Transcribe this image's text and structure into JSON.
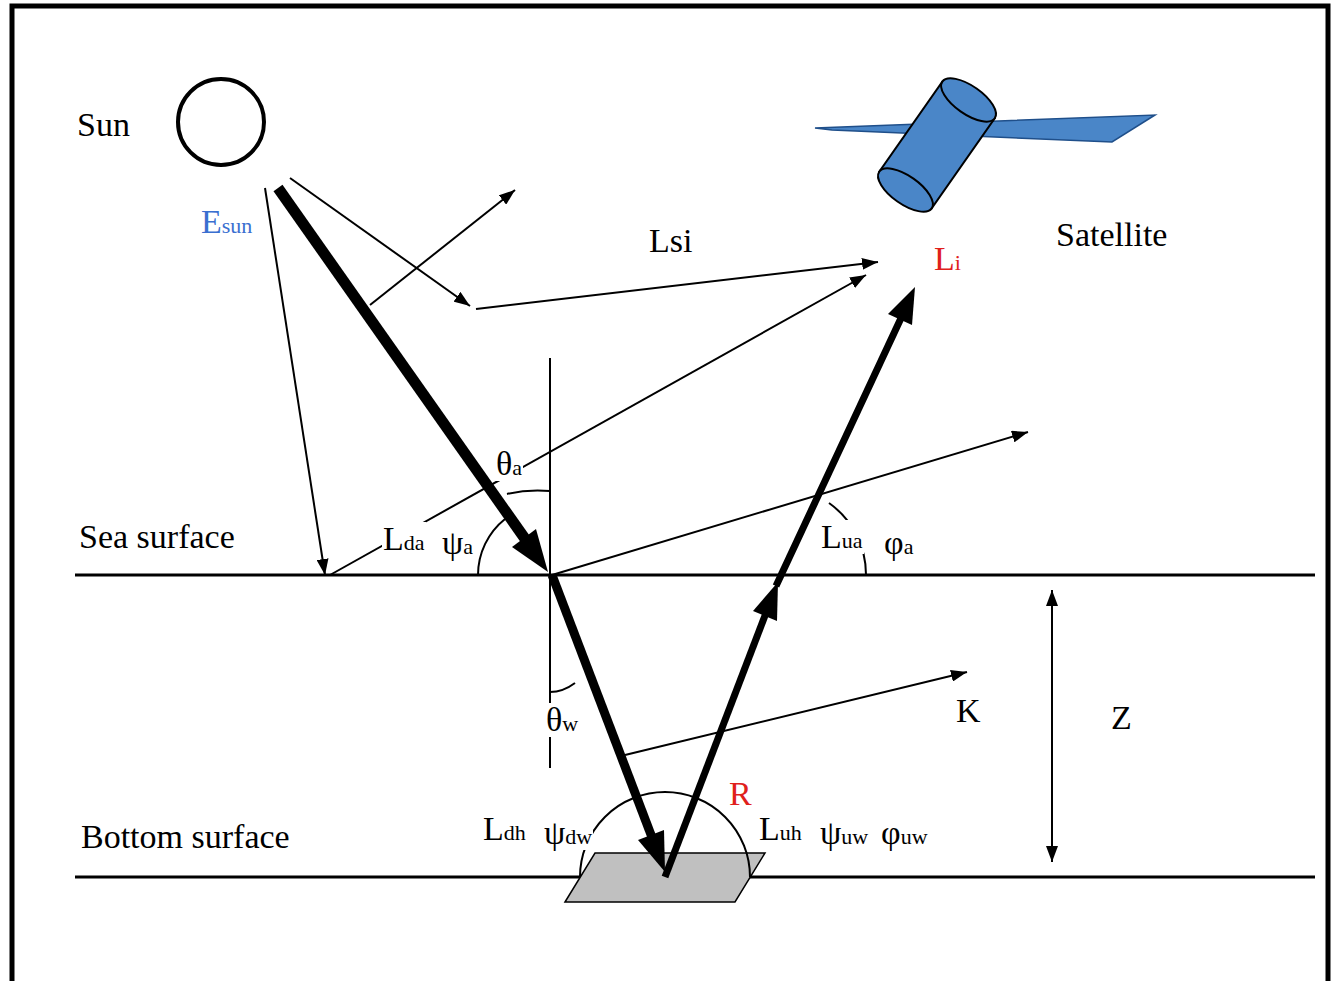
{
  "diagram": {
    "nodes": [
      {
        "text": [
          "Sun"
        ]
      }
    ],
    "labels": [
      "Esun",
      "Lsi",
      "Li",
      "Satellite",
      "θa",
      "Sea surface",
      "Lda",
      "ψa",
      "Lua",
      "φa",
      "θw",
      "K",
      "Z",
      "R",
      "Bottom surface",
      "Ldh",
      "ψdw",
      "Luh",
      "ψuw",
      "φuw"
    ]
  }
}
